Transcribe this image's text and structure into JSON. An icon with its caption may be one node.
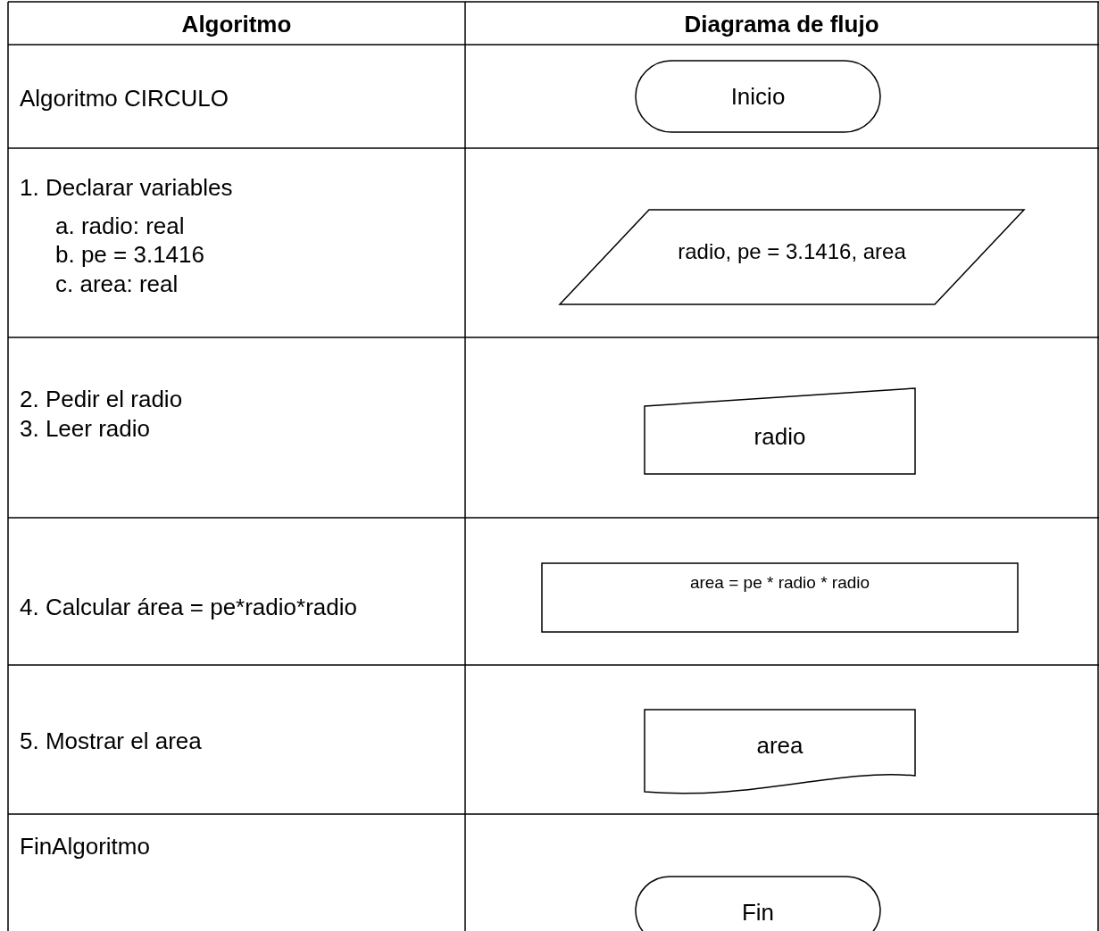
{
  "diagram": {
    "nodes": [
      {
        "text": [
          "Inicio"
        ]
      },
      {
        "text": [
          "radio, pe = 3.1416, area"
        ]
      },
      {
        "text": [
          "radio"
        ]
      },
      {
        "text": [
          "area = pe * radio * radio"
        ]
      },
      {
        "text": [
          "area"
        ]
      },
      {
        "text": [
          "Fin"
        ]
      }
    ],
    "edges": [],
    "labels": [
      "Algoritmo",
      "Diagrama de flujo",
      "Algoritmo CIRCULO",
      "1. Declarar variables",
      "a. radio: real",
      "b. pe = 3.1416",
      "c. area: real",
      "2. Pedir el radio",
      "3. Leer radio",
      "4. Calcular área = pe*radio*radio",
      "5. Mostrar el area",
      "FinAlgoritmo"
    ]
  }
}
